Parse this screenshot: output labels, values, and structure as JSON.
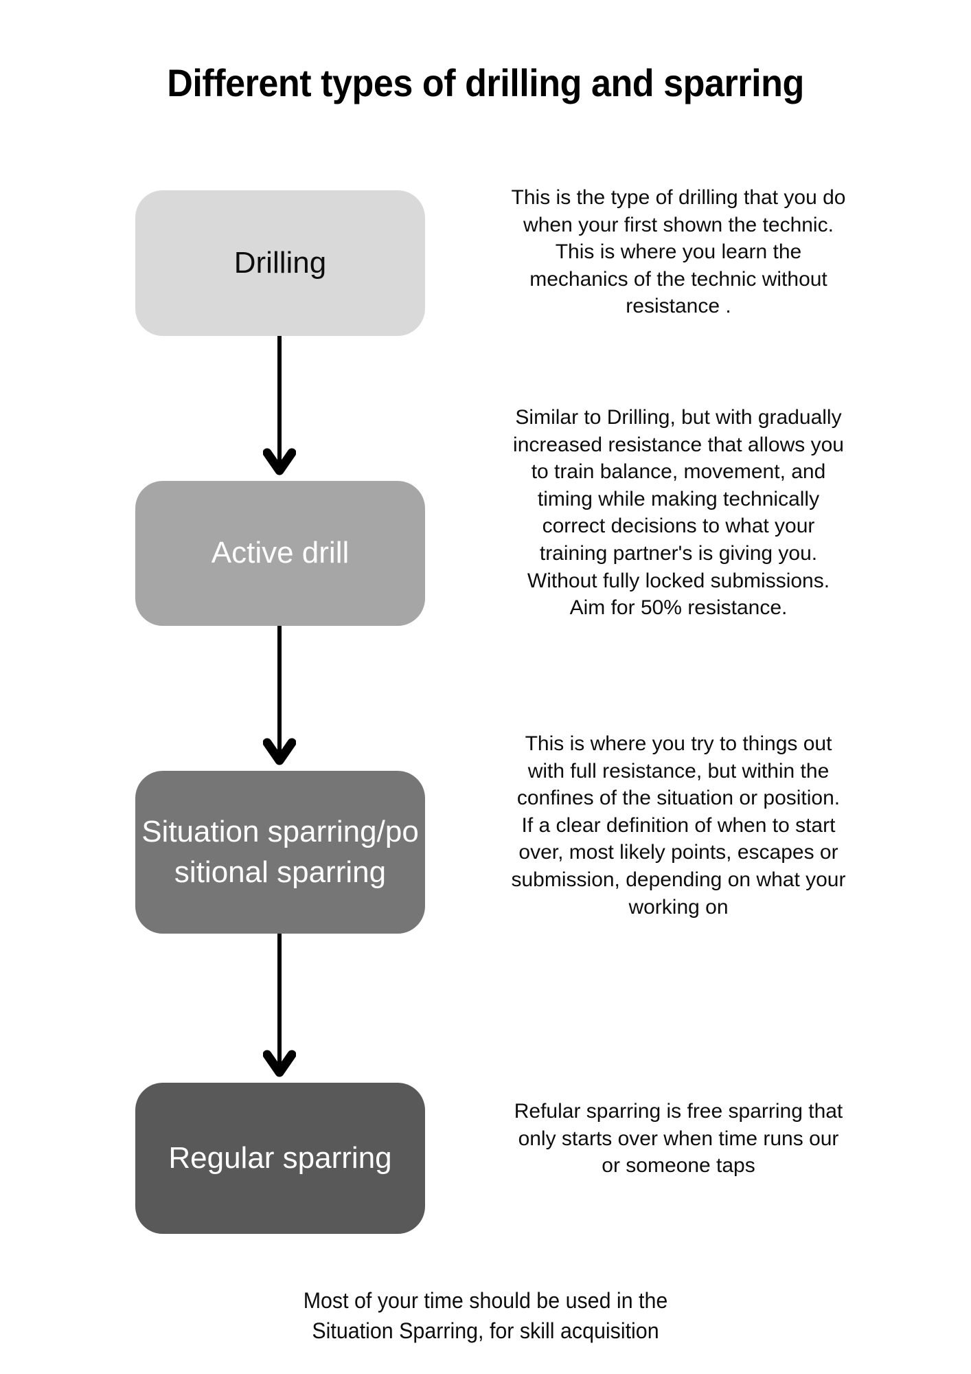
{
  "title": "Different types of drilling and sparring",
  "colors": {
    "background": "#ffffff",
    "box_drilling": "#d9d9d9",
    "box_active_drill": "#a6a6a6",
    "box_situation": "#767676",
    "box_regular": "#595959",
    "arrow": "#000000",
    "text_dark": "#0d0d0d",
    "text_light": "#ffffff"
  },
  "flow": {
    "steps": [
      {
        "id": "drilling",
        "label": "Drilling",
        "description": "This is the type of drilling that you do when your first shown the technic. This is where you learn the mechanics of the technic without resistance ."
      },
      {
        "id": "active-drill",
        "label": "Active drill",
        "description": "Similar to Drilling, but with gradually increased resistance that allows you to train balance, movement, and timing while making technically correct decisions to what your training partner's is giving you. Without fully locked submissions. Aim for 50% resistance."
      },
      {
        "id": "situation",
        "label": "Situation sparring/positional sparring",
        "description": "This is where you try to things out with full resistance, but within the confines of the situation or position.\nIf a clear definition of when to start over, most likely points, escapes or submission, depending on what your working on"
      },
      {
        "id": "regular",
        "label": "Regular sparring",
        "description": "Refular sparring is free sparring that only starts over when time runs our or someone taps"
      }
    ],
    "connectors": [
      {
        "from": "drilling",
        "to": "active-drill",
        "icon": "down-arrow-icon"
      },
      {
        "from": "active-drill",
        "to": "situation",
        "icon": "down-arrow-icon"
      },
      {
        "from": "situation",
        "to": "regular",
        "icon": "down-arrow-icon"
      }
    ]
  },
  "footer_note": "Most of your time should be used in the\nSituation Sparring, for skill acquisition"
}
